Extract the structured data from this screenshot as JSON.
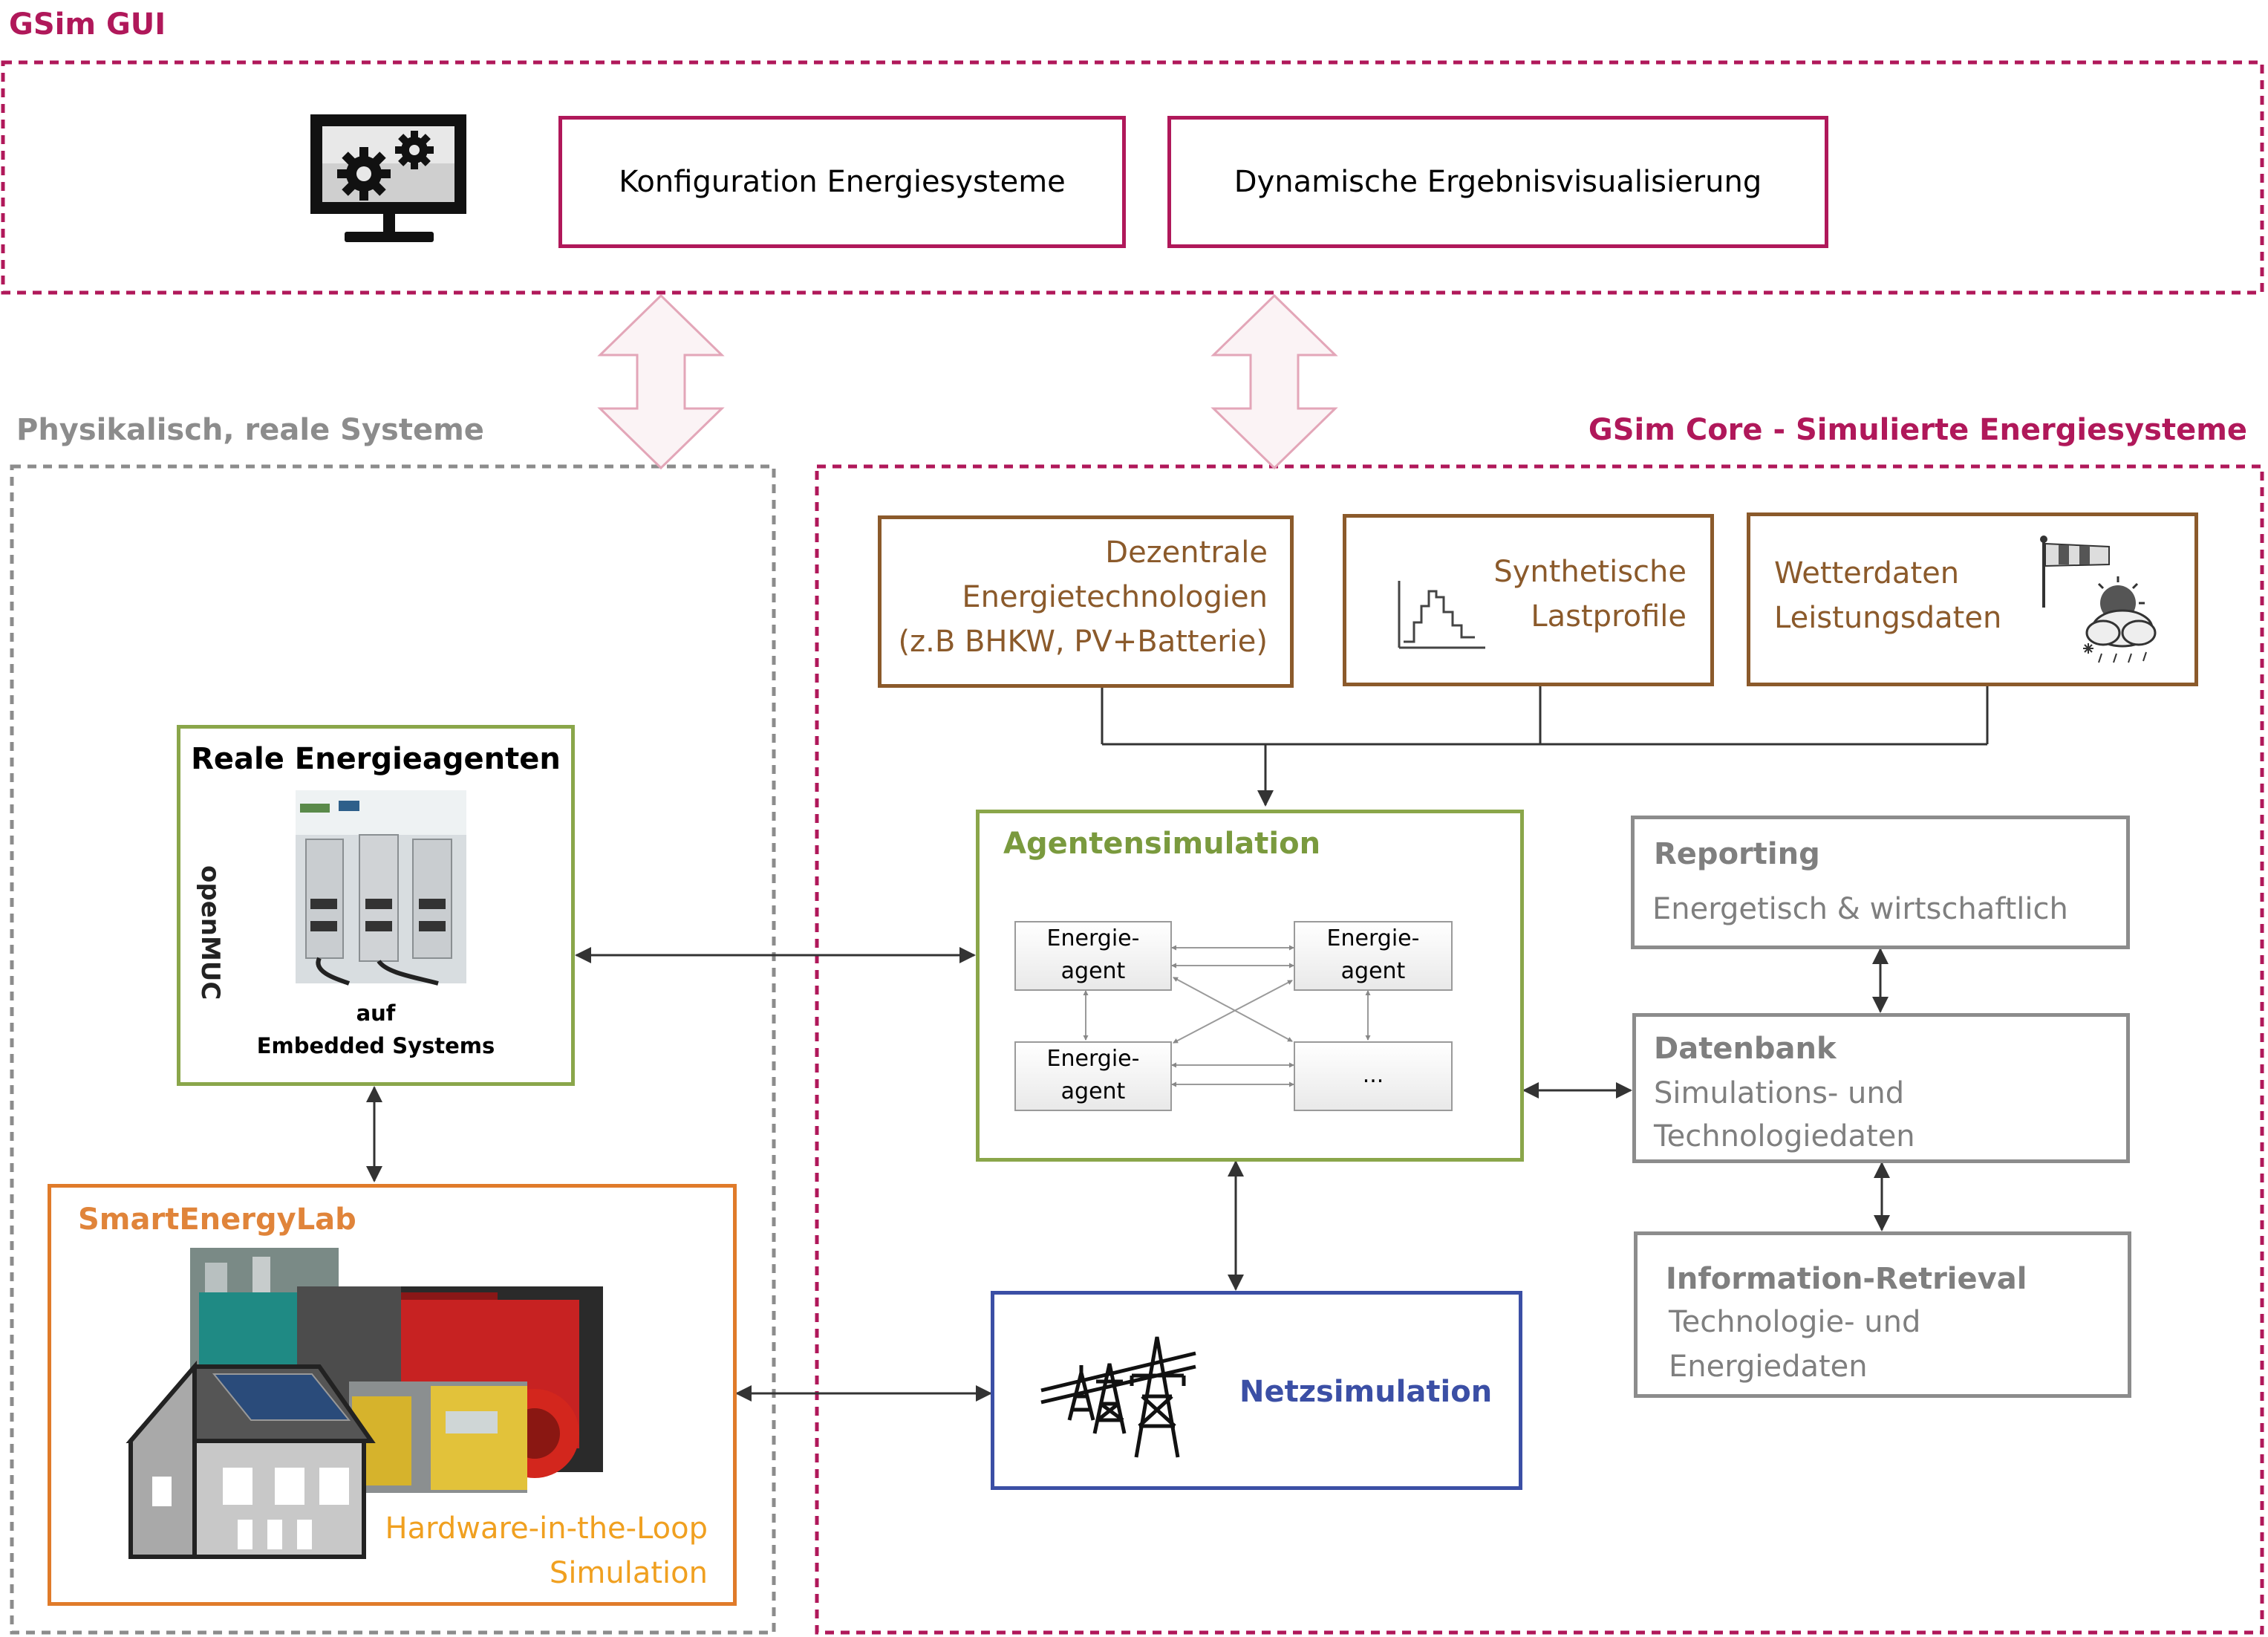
{
  "gui": {
    "label": "GSim GUI",
    "config_button": "Konfiguration Energiesysteme",
    "visual_button": "Dynamische Ergebnisvisualisierung",
    "monitor_icon": "monitor-gears-icon"
  },
  "physical": {
    "label": "Physikalisch, reale Systeme",
    "agents": {
      "title": "Reale Energieagenten",
      "brand": "openMUC",
      "subtitle_line1": "auf",
      "subtitle_line2": "Embedded Systems"
    },
    "lab": {
      "title": "SmartEnergyLab",
      "caption_line1": "Hardware-in-the-Loop",
      "caption_line2": "Simulation"
    }
  },
  "core": {
    "label": "GSim Core - Simulierte Energiesysteme",
    "technologies": {
      "line1": "Dezentrale",
      "line2": "Energietechnologien",
      "line3": "(z.B BHKW, PV+Batterie)"
    },
    "loadprofiles": {
      "line1": "Synthetische",
      "line2": "Lastprofile",
      "icon": "load-profile-chart-icon"
    },
    "weather": {
      "line1": "Wetterdaten",
      "line2": "Leistungsdaten",
      "icon": "weather-icon"
    },
    "agentsim": {
      "title": "Agentensimulation",
      "cells": [
        {
          "line1": "Energie-",
          "line2": "agent"
        },
        {
          "line1": "Energie-",
          "line2": "agent"
        },
        {
          "line1": "Energie-",
          "line2": "agent"
        },
        {
          "line1": "...",
          "line2": ""
        }
      ]
    },
    "grid": {
      "title": "Netzsimulation",
      "icon": "power-pylons-icon"
    },
    "reporting": {
      "title": "Reporting",
      "text": "Energetisch & wirtschaftlich"
    },
    "database": {
      "title": "Datenbank",
      "line1": "Simulations- und",
      "line2": "Technologiedaten"
    },
    "retrieval": {
      "title": "Information-Retrieval",
      "line1": "Technologie- und",
      "line2": "Energiedaten"
    }
  },
  "colors": {
    "gui_border": "#b0185a",
    "physical_border": "#8c8c8c",
    "brown": "#8b5a2b",
    "green": "#7a9a3e",
    "orange": "#e07b2a",
    "blue": "#3b4fa5",
    "gray": "#8c8c8c"
  }
}
